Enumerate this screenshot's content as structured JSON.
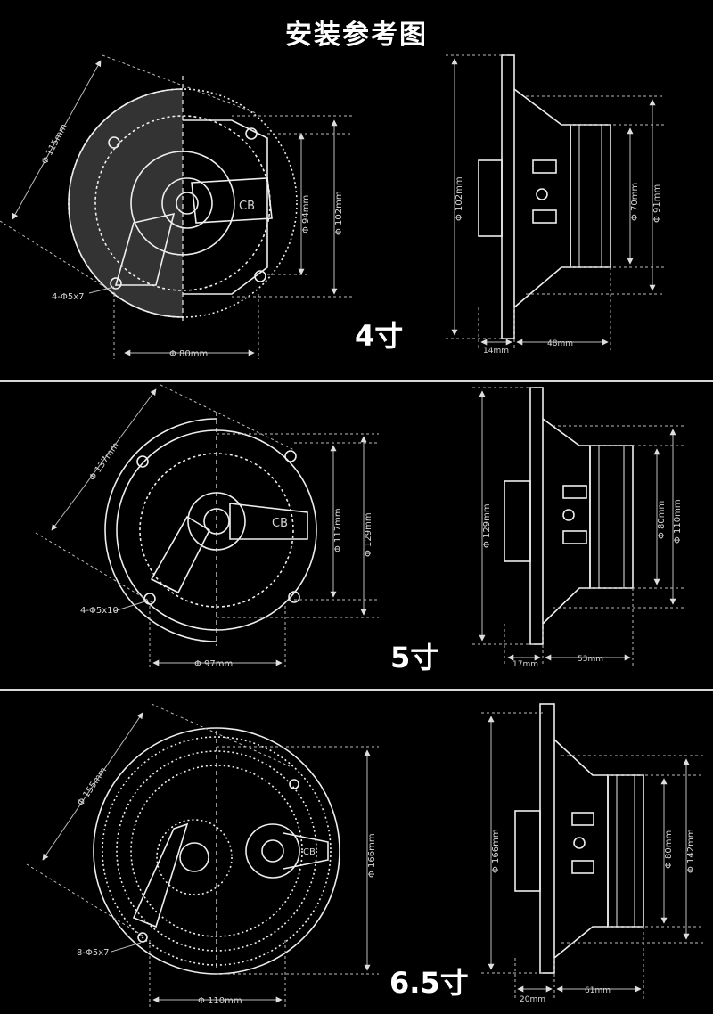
{
  "title": "安装参考图",
  "brand_logo": "CB",
  "panels": [
    {
      "size_label": "4寸",
      "front": {
        "diagonal": "Φ 115mm",
        "inner_height": "Φ 94mm",
        "outer_height": "Φ 102mm",
        "holes": "4-Φ5x7",
        "bottom": "Φ 80mm"
      },
      "side": {
        "height": "Φ 102mm",
        "magnet_inner": "Φ 70mm",
        "magnet_outer": "Φ 91mm",
        "depth_flange": "14mm",
        "depth_body": "48mm"
      }
    },
    {
      "size_label": "5寸",
      "front": {
        "diagonal": "Φ 137mm",
        "inner_height": "Φ 117mm",
        "outer_height": "Φ 129mm",
        "holes": "4-Φ5x10",
        "bottom": "Φ 97mm"
      },
      "side": {
        "height": "Φ 129mm",
        "magnet_inner": "Φ 80mm",
        "magnet_outer": "Φ 110mm",
        "depth_flange": "17mm",
        "depth_body": "53mm"
      }
    },
    {
      "size_label": "6.5寸",
      "front": {
        "diagonal": "Φ 155mm",
        "outer_height": "Φ 166mm",
        "holes": "8-Φ5x7",
        "bottom": "Φ 110mm"
      },
      "side": {
        "height": "Φ 166mm",
        "magnet_inner": "Φ 80mm",
        "magnet_outer": "Φ 142mm",
        "depth_flange": "20mm",
        "depth_body": "61mm"
      }
    }
  ]
}
